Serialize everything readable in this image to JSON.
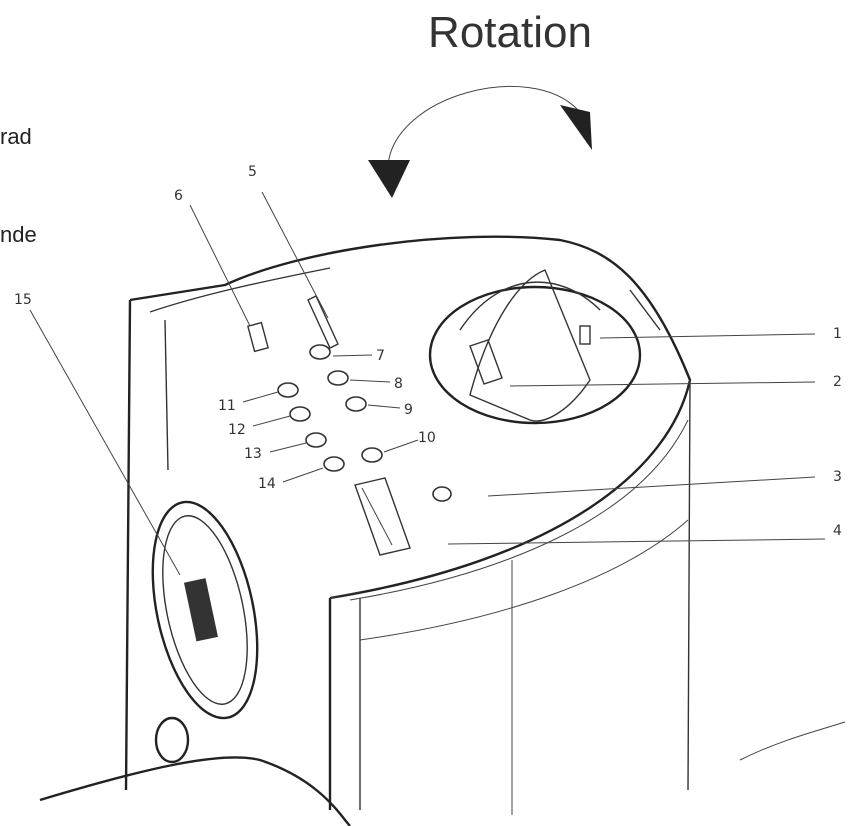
{
  "title": "Rotation",
  "edge_text": [
    "rad",
    "nde"
  ],
  "callouts": [
    "1",
    "2",
    "3",
    "4",
    "5",
    "6",
    "7",
    "8",
    "9",
    "10",
    "11",
    "12",
    "13",
    "14",
    "15"
  ]
}
